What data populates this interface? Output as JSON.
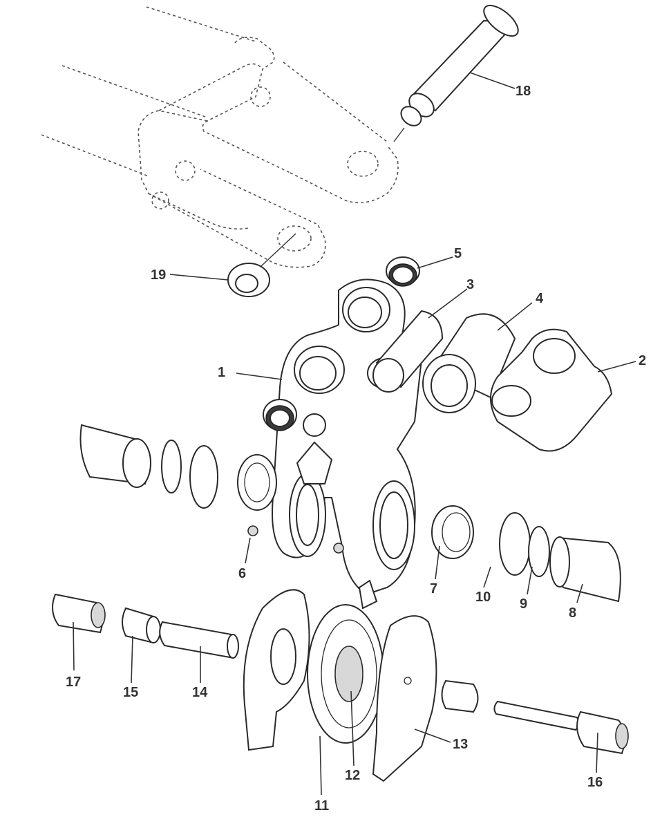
{
  "diagram": {
    "colors": {
      "line": "#2a2a2a",
      "fill": "#ffffff",
      "shade": "#d8d8d8",
      "label": "#333333"
    },
    "callouts": [
      {
        "id": "c1",
        "label": "1"
      },
      {
        "id": "c2",
        "label": "2"
      },
      {
        "id": "c3",
        "label": "3"
      },
      {
        "id": "c4",
        "label": "4"
      },
      {
        "id": "c5",
        "label": "5"
      },
      {
        "id": "c6",
        "label": "6"
      },
      {
        "id": "c7",
        "label": "7"
      },
      {
        "id": "c8",
        "label": "8"
      },
      {
        "id": "c9",
        "label": "9"
      },
      {
        "id": "c10",
        "label": "10"
      },
      {
        "id": "c11",
        "label": "11"
      },
      {
        "id": "c12",
        "label": "12"
      },
      {
        "id": "c13",
        "label": "13"
      },
      {
        "id": "c14",
        "label": "14"
      },
      {
        "id": "c15",
        "label": "15"
      },
      {
        "id": "c16",
        "label": "16"
      },
      {
        "id": "c17",
        "label": "17"
      },
      {
        "id": "c18",
        "label": "18"
      },
      {
        "id": "c19",
        "label": "19"
      }
    ]
  }
}
